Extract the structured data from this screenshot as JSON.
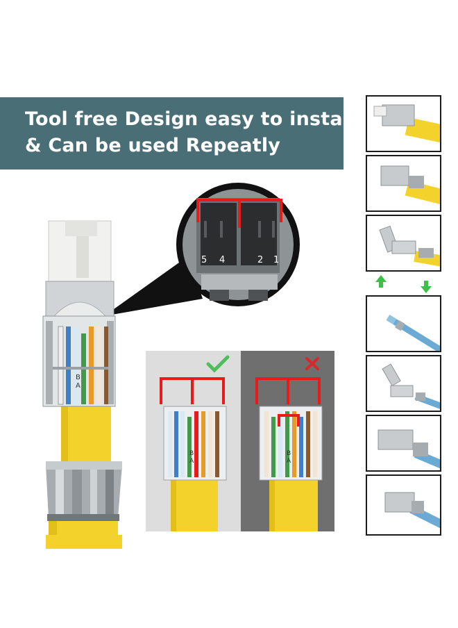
{
  "banner": {
    "line1": "Tool free Design easy to install",
    "line2": "& Can be used Repeatly"
  },
  "zoom_pin_labels": [
    "5",
    "4",
    "2",
    "1"
  ],
  "pair_labels": {
    "b": "B",
    "a": "A"
  },
  "comparison": {
    "correct_mark": "check",
    "wrong_mark": "cross"
  },
  "steps": [
    "step-1-unlocked",
    "step-2-insert-cable",
    "step-3-open-lever",
    "step-4-cable-prep",
    "step-5-lever-closing",
    "step-6-assembled",
    "step-7-finished"
  ],
  "colors": {
    "banner": "#4a6e75",
    "cable_yellow": "#f3d32b",
    "cable_blue": "#6aaad4",
    "check_green": "#4fbd5c",
    "cross_red": "#d62a2a",
    "bracket_red": "#e81b1b",
    "arrow_green": "#3fbf4a"
  }
}
